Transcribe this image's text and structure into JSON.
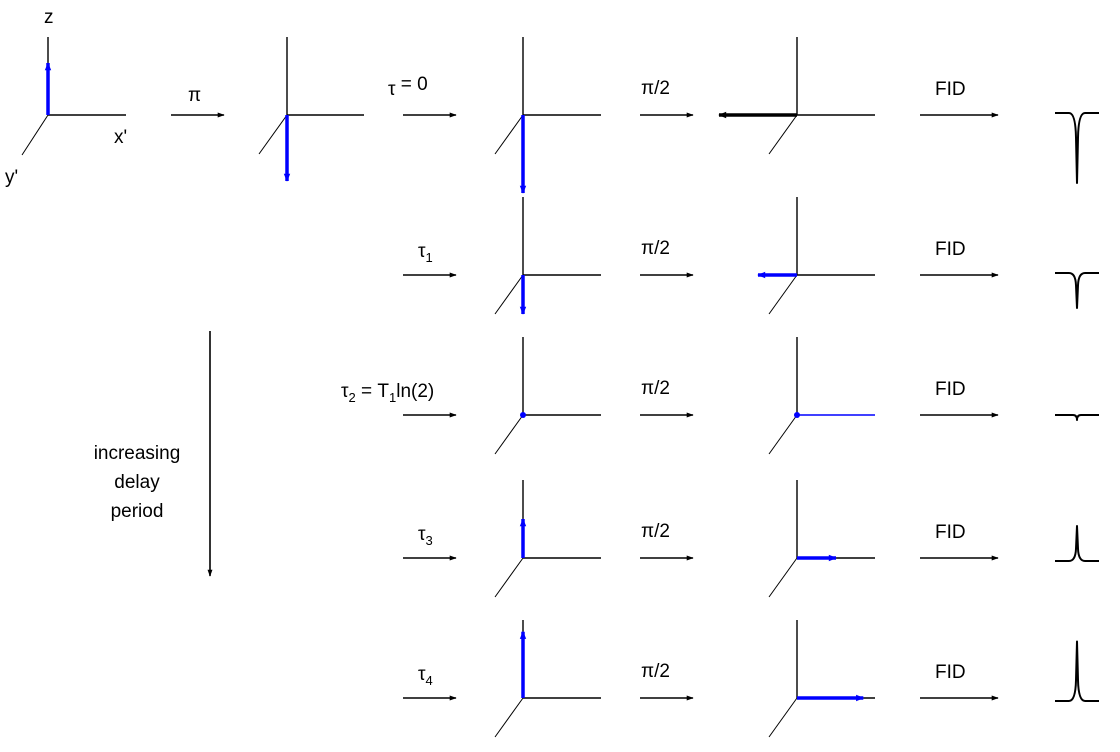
{
  "colors": {
    "vector": "#0000ff",
    "axis": "#000000",
    "background": "#ffffff"
  },
  "axis_labels": {
    "z": "z",
    "x": "x'",
    "y": "y'"
  },
  "initial_pulse": {
    "label": "π",
    "state_before": "+z",
    "state_after": "-z"
  },
  "side_note": {
    "lines": [
      "increasing",
      "delay",
      "period"
    ]
  },
  "rows": [
    {
      "delay_label": "τ = 0",
      "delay_parts": {
        "sym": "τ",
        "sub": "",
        "rest": " = 0",
        "sub2": "",
        "rest2": ""
      },
      "pulse_label": "π/2",
      "fid_label": "FID",
      "mz_after_delay": -1.0,
      "my_after_pulse": -1.0,
      "signal_amplitude": -1.0,
      "signal_direction": "negative"
    },
    {
      "delay_label": "τ1",
      "delay_parts": {
        "sym": "τ",
        "sub": "1",
        "rest": "",
        "sub2": "",
        "rest2": ""
      },
      "pulse_label": "π/2",
      "fid_label": "FID",
      "mz_after_delay": -0.5,
      "my_after_pulse": -0.5,
      "signal_amplitude": -0.5,
      "signal_direction": "negative"
    },
    {
      "delay_label": "τ2 = T1ln(2)",
      "delay_parts": {
        "sym": "τ",
        "sub": "2",
        "rest": " = T",
        "sub2": "1",
        "rest2": "ln(2)"
      },
      "pulse_label": "π/2",
      "fid_label": "FID",
      "mz_after_delay": 0.0,
      "my_after_pulse": 0.0,
      "signal_amplitude": 0.0,
      "signal_direction": "null"
    },
    {
      "delay_label": "τ3",
      "delay_parts": {
        "sym": "τ",
        "sub": "3",
        "rest": "",
        "sub2": "",
        "rest2": ""
      },
      "pulse_label": "π/2",
      "fid_label": "FID",
      "mz_after_delay": 0.5,
      "my_after_pulse": 0.5,
      "signal_amplitude": 0.5,
      "signal_direction": "positive"
    },
    {
      "delay_label": "τ4",
      "delay_parts": {
        "sym": "τ",
        "sub": "4",
        "rest": "",
        "sub2": "",
        "rest2": ""
      },
      "pulse_label": "π/2",
      "fid_label": "FID",
      "mz_after_delay": 0.85,
      "my_after_pulse": 0.85,
      "signal_amplitude": 0.85,
      "signal_direction": "positive"
    }
  ]
}
